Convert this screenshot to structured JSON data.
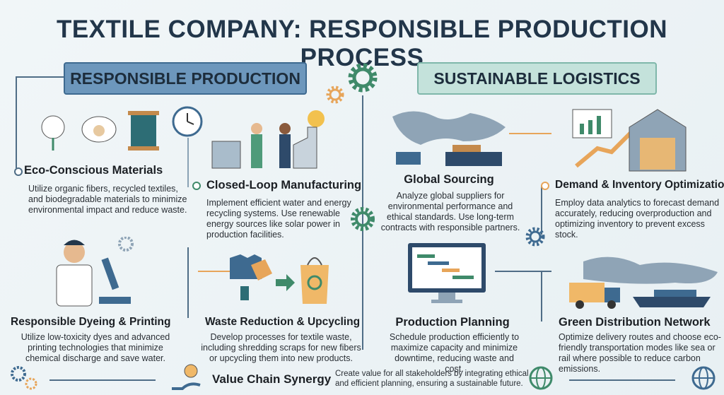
{
  "title": "TEXTILE COMPANY: RESPONSIBLE PRODUCTION PROCESS",
  "banners": {
    "left": "RESPONSIBLE PRODUCTION",
    "right": "SUSTAINABLE LOGISTICS"
  },
  "sections": {
    "eco": {
      "title": "Eco-Conscious Materials",
      "desc": "Utilize organic fibers, recycled textiles, and biodegradable materials to minimize environmental impact and reduce waste."
    },
    "closed": {
      "title": "Closed-Loop Manufacturing",
      "desc": "Implement efficient water and energy recycling systems. Use renewable energy sources like solar power in production facilities."
    },
    "sourcing": {
      "title": "Global Sourcing",
      "desc": "Analyze global suppliers for environmental performance and ethical standards. Use long-term contracts with responsible partners."
    },
    "demand": {
      "title": "Demand & Inventory Optimization",
      "desc": "Employ data analytics to forecast demand accurately, reducing overproduction and optimizing inventory to prevent excess stock."
    },
    "dyeing": {
      "title": "Responsible Dyeing & Printing",
      "desc": "Utilize low-toxicity dyes and advanced printing technologies that minimize chemical discharge and save water."
    },
    "waste": {
      "title": "Waste Reduction & Upcycling",
      "desc": "Develop processes for textile waste, including shredding scraps for new fibers or upcycling them into new products."
    },
    "planning": {
      "title": "Production Planning",
      "desc": "Schedule production efficiently to maximize capacity and minimize downtime, reducing waste and cost."
    },
    "green": {
      "title": "Green Distribution Network",
      "desc": "Optimize delivery routes and choose eco-friendly transportation modes like sea or rail where possible to reduce carbon emissions."
    }
  },
  "footer": {
    "title": "Value Chain Synergy",
    "desc": "Create value for all stakeholders by integrating ethical and efficient planning, ensuring a sustainable future."
  },
  "colors": {
    "navy": "#22364a",
    "blue": "#6d97bc",
    "teal": "#c4e2db",
    "green": "#3f8a6a",
    "orange": "#e7a55a"
  }
}
